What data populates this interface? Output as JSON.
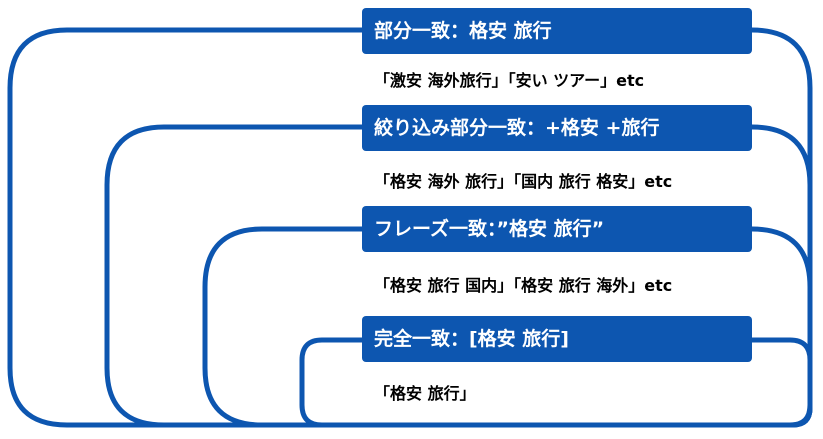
{
  "colors": {
    "accent": "#0d56b0",
    "frame": "#0d56b0",
    "text": "#000000"
  },
  "match_types": [
    {
      "label": "部分一致：格安 旅行",
      "example": "「激安 海外旅行」「安い ツアー」etc"
    },
    {
      "label": "絞り込み部分一致：+格安 +旅行",
      "example": "「格安 海外 旅行」「国内 旅行 格安」etc"
    },
    {
      "label": "フレーズ一致：”格安 旅行”",
      "example": "「格安 旅行 国内」「格安 旅行 海外」etc"
    },
    {
      "label": "完全一致：[格安 旅行]",
      "example": "「格安 旅行」"
    }
  ]
}
